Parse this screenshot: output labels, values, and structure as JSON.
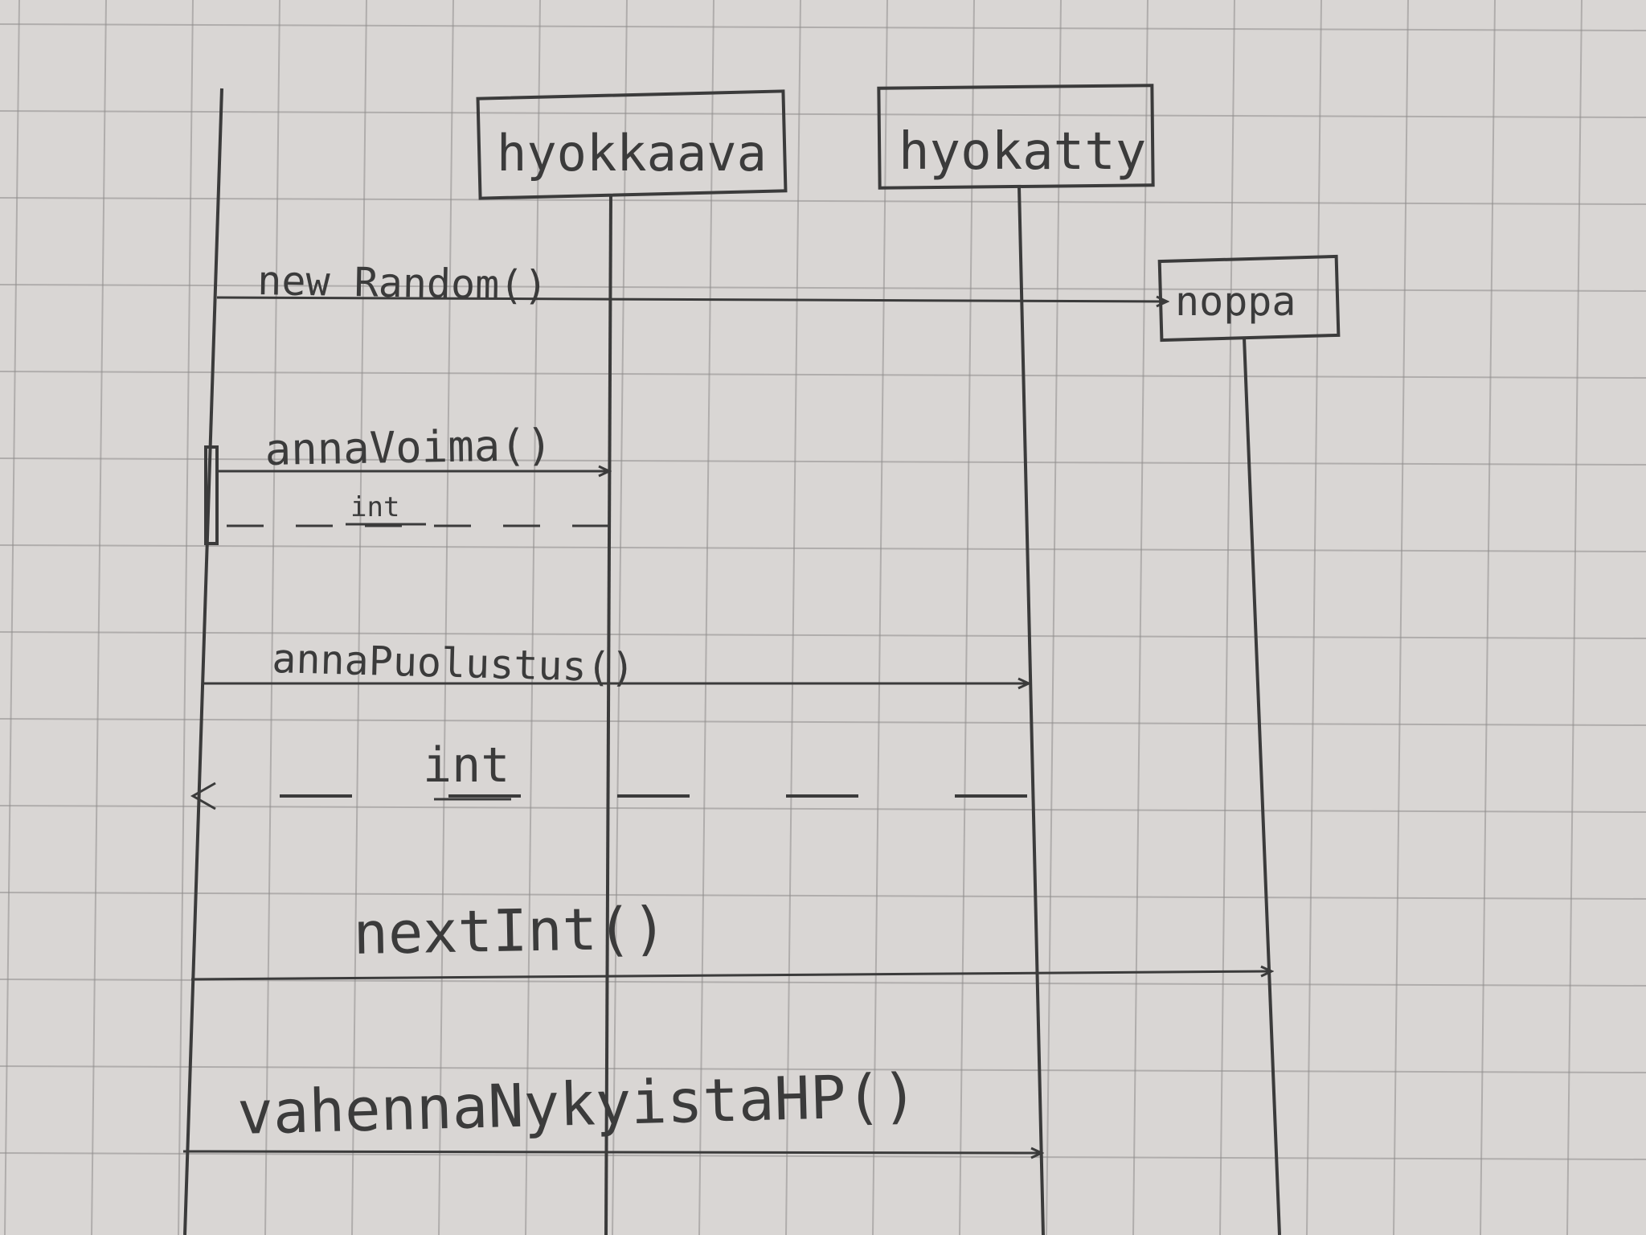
{
  "diagram": {
    "type": "sequence",
    "participants": [
      {
        "id": "hyokkaava",
        "label": "hyokkaava"
      },
      {
        "id": "hyokatty",
        "label": "hyokatty"
      },
      {
        "id": "noppa",
        "label": "noppa"
      }
    ],
    "messages": [
      {
        "label": "new Random()",
        "kind": "create"
      },
      {
        "label": "annaVoima()",
        "kind": "call"
      },
      {
        "label": "int",
        "kind": "return"
      },
      {
        "label": "annaPuolustus()",
        "kind": "call"
      },
      {
        "label": "int",
        "kind": "return"
      },
      {
        "label": "nextInt()",
        "kind": "call"
      },
      {
        "label": "vahennaNykyistaHP()",
        "kind": "call"
      }
    ]
  },
  "colors": {
    "paper": "#d9d6d4",
    "grid": "#8f8d8c",
    "ink": "#3b3b3b"
  }
}
